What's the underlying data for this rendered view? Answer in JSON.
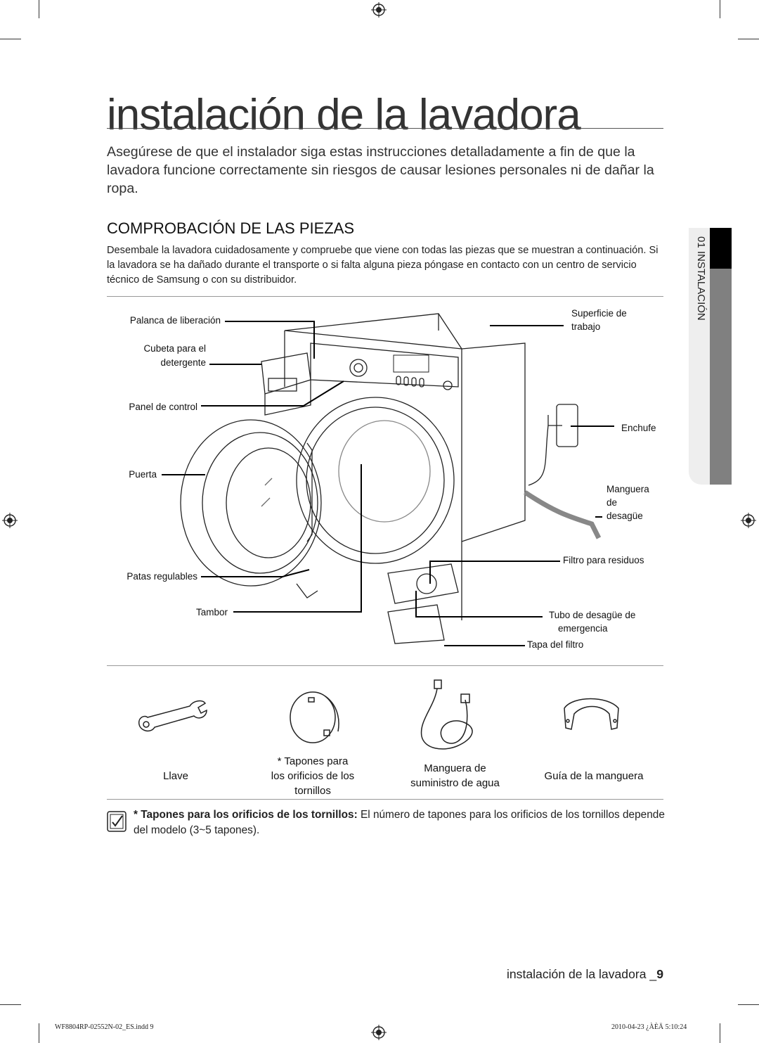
{
  "page": {
    "title": "instalación de la lavadora",
    "intro": "Asegúrese de que el instalador siga estas instrucciones detalladamente a fin de que la lavadora funcione correctamente sin riesgos de causar lesiones personales ni de dañar la ropa."
  },
  "section": {
    "heading": "COMPROBACIÓN DE LAS PIEZAS",
    "body": "Desembale la lavadora cuidadosamente y compruebe que viene con todas las piezas que se muestran a continuación. Si la lavadora se ha dañado durante el transporte o si falta alguna pieza póngase en contacto con un centro de servicio técnico de Samsung o con su distribuidor."
  },
  "diagram_labels": {
    "palanca": "Palanca de liberación",
    "cubeta_1": "Cubeta para el",
    "cubeta_2": "detergente",
    "panel": "Panel de control",
    "puerta": "Puerta",
    "patas": "Patas regulables",
    "tambor": "Tambor",
    "superficie_1": "Superficie de",
    "superficie_2": "trabajo",
    "enchufe": "Enchufe",
    "manguera_1": "Manguera",
    "manguera_2": "de",
    "manguera_3": "desagüe",
    "filtro": "Filtro para residuos",
    "tubo_1": "Tubo de desagüe de",
    "tubo_2": "emergencia",
    "tapa": "Tapa del filtro"
  },
  "accessories": [
    {
      "name": "Llave"
    },
    {
      "name_1": "* Tapones para",
      "name_2": "los orificios de los",
      "name_3": "tornillos"
    },
    {
      "name_1": "Manguera de",
      "name_2": "suministro de agua"
    },
    {
      "name": "Guía de la manguera"
    }
  ],
  "note": {
    "bold": "* Tapones para los orificios de los tornillos:",
    "text": " El número de tapones para los orificios de los tornillos depende del modelo (3~5 tapones)."
  },
  "side_tab": {
    "label": "01 INSTALACIÓN"
  },
  "footer": {
    "title": "instalación de la lavadora _",
    "page_number": "9",
    "slug_left": "WF8804RP-02552N-02_ES.indd   9",
    "slug_right": "2010-04-23   ¿ÀÈÄ 5:10:24"
  },
  "colors": {
    "side_tab_dark": "#808080",
    "side_tab_black": "#000000"
  }
}
